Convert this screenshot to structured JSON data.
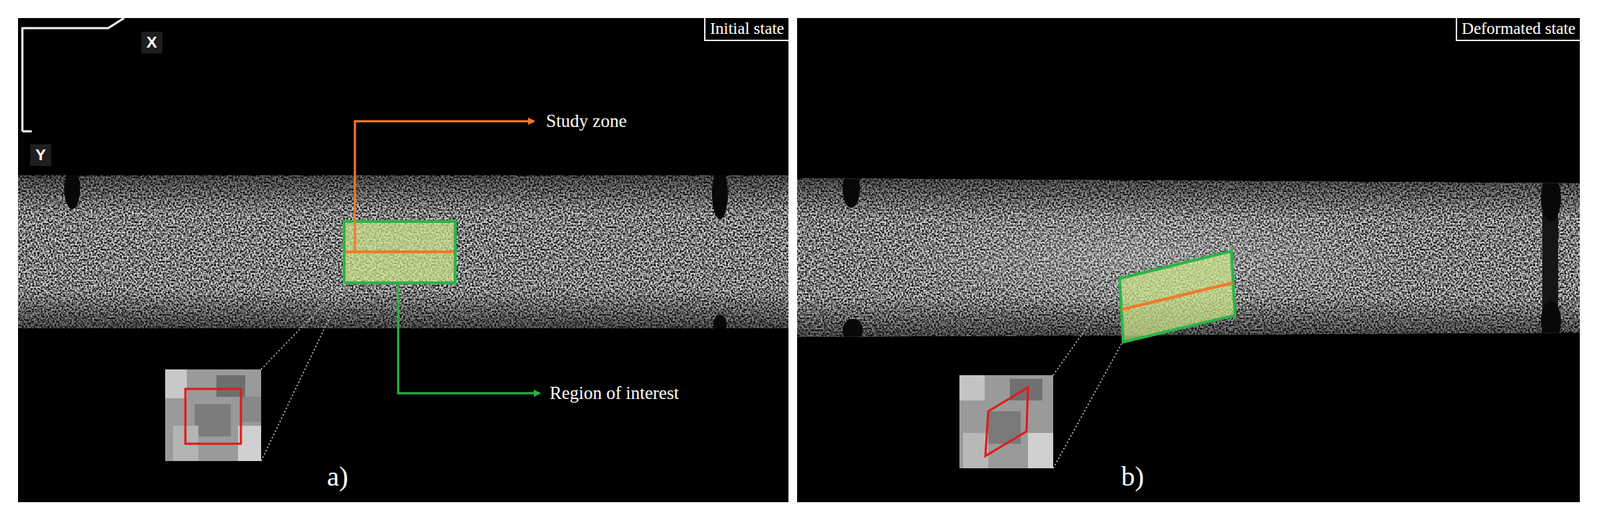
{
  "diagram": {
    "nodes": [
      {
        "text": [
          "Initial state"
        ]
      },
      {
        "text": [
          "Deformated state"
        ]
      }
    ],
    "labels": [
      "X",
      "Y",
      "Study zone",
      "Region of interest",
      "a)",
      "b)"
    ]
  }
}
